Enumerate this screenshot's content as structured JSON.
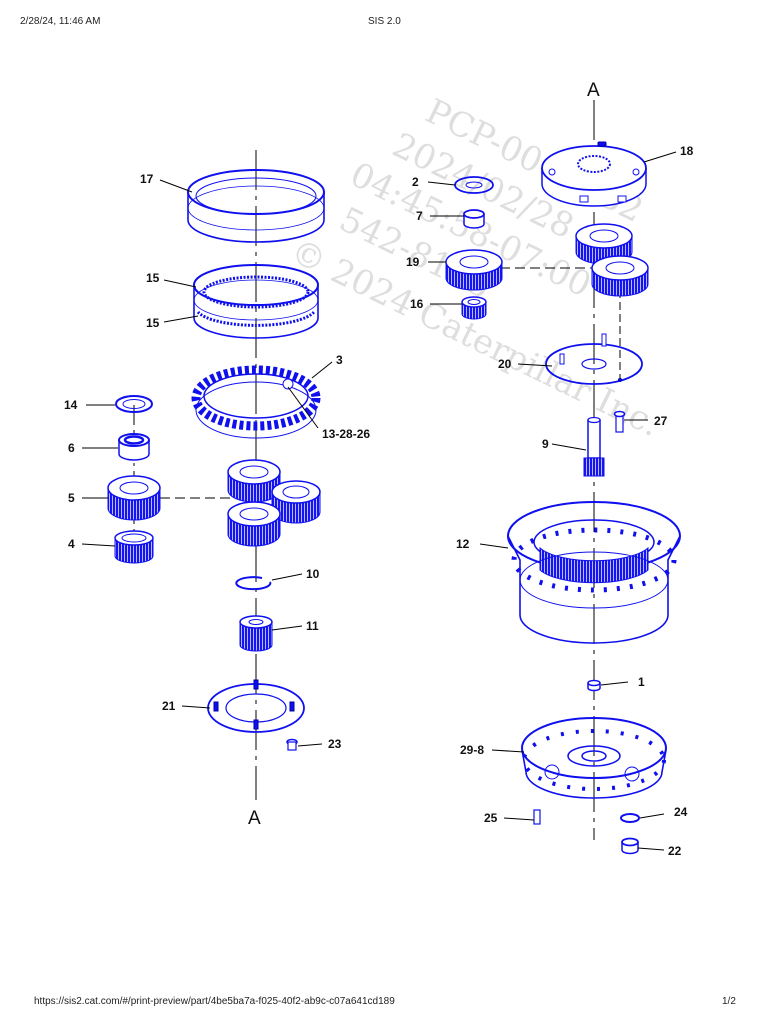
{
  "header": {
    "datetime": "2/28/24, 11:46 AM",
    "app_title": "SIS 2.0"
  },
  "footer": {
    "url": "https://sis2.cat.com/#/print-preview/part/4be5ba7a-f025-40f2-ab9c-c07a641cd189",
    "page": "1/2"
  },
  "watermark": {
    "lines": [
      "PCP-00046B2",
      "2024/02/28",
      "04:45:58-07:00",
      "542-8148",
      "© 2024 Caterpillar Inc."
    ]
  },
  "sections": {
    "left_bottom": "A",
    "right_top": "A"
  },
  "callouts": {
    "c17": "17",
    "c15a": "15",
    "c15b": "15",
    "c3": "3",
    "c13": "13-28-26",
    "c14": "14",
    "c6": "6",
    "c5": "5",
    "c4": "4",
    "c10": "10",
    "c11": "11",
    "c21": "21",
    "c23": "23",
    "c2": "2",
    "c7": "7",
    "c19": "19",
    "c16": "16",
    "c18": "18",
    "c20": "20",
    "c27": "27",
    "c9": "9",
    "c12": "12",
    "c1": "1",
    "c29": "29-8",
    "c25": "25",
    "c24": "24",
    "c22": "22"
  },
  "colors": {
    "part_line": "#1010ee",
    "leader": "#000000",
    "watermark": "#c4c4c4"
  }
}
